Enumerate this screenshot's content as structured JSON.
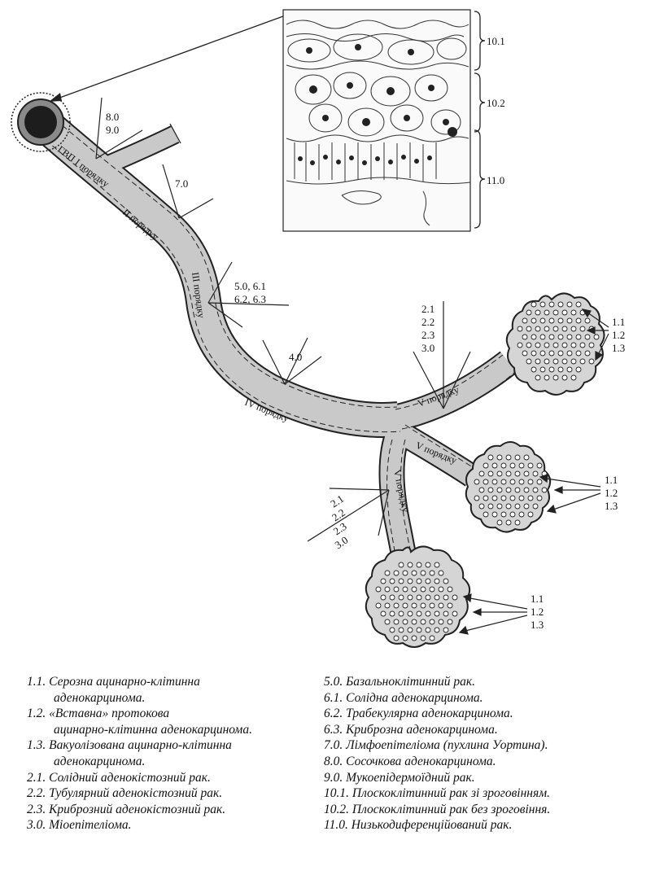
{
  "ducts": {
    "gvp": "ГВП І порядку",
    "order2": "ІІ порядку",
    "order3": "ІІІ порядку",
    "order4": "IV порядку",
    "order5a": "V порядку",
    "order5b": "V порядку",
    "order5c": "V порядку"
  },
  "markers": {
    "m8": "8.0",
    "m9": "9.0",
    "m7": "7.0",
    "m5a": "5.0, 6.1",
    "m5b": "6.2, 6.3",
    "m4": "4.0",
    "m2a": [
      "2.1",
      "2.2",
      "2.3",
      "3.0"
    ],
    "m2b": [
      "2.1",
      "2.2",
      "2.3",
      "3.0"
    ]
  },
  "acini": {
    "a1": [
      "1.1",
      "1.2",
      "1.3"
    ],
    "a2": [
      "1.1",
      "1.2",
      "1.3"
    ],
    "a3": [
      "1.1",
      "1.2",
      "1.3"
    ]
  },
  "epithelium": [
    "10.1",
    "10.2",
    "11.0"
  ],
  "legend": {
    "left": [
      {
        "code": "1.1.",
        "text": "Серозна ацинарно-клітинна",
        "cont": "аденокарцинома."
      },
      {
        "code": "1.2.",
        "text": "«Вставна» протокова",
        "cont": "ацинарно-клітинна аденокарцинома."
      },
      {
        "code": "1.3.",
        "text": "Вакуолізована ацинарно-клітинна",
        "cont": "аденокарцинома."
      },
      {
        "code": "2.1.",
        "text": "Солідний аденокістозний рак."
      },
      {
        "code": "2.2.",
        "text": "Тубулярний аденокістозний рак."
      },
      {
        "code": "2.3.",
        "text": "Криброзний аденокістозний рак."
      },
      {
        "code": "3.0.",
        "text": "Міоепітеліома."
      }
    ],
    "right": [
      {
        "code": "5.0.",
        "text": "Базальноклітинний рак."
      },
      {
        "code": "6.1.",
        "text": "Солідна аденокарцинома."
      },
      {
        "code": "6.2.",
        "text": "Трабекулярна аденокарцинома."
      },
      {
        "code": "6.3.",
        "text": "Криброзна аденокарцинома."
      },
      {
        "code": "7.0.",
        "text": "Лімфоепітеліома (пухлина Уортина)."
      },
      {
        "code": "8.0.",
        "text": "Сосочкова аденокарцинома."
      },
      {
        "code": "9.0.",
        "text": "Мукоепідермоїдний рак."
      },
      {
        "code": "10.1.",
        "text": "Плоскоклітинний рак зі зроговінням."
      },
      {
        "code": "10.2.",
        "text": "Плоскоклітинний рак без зроговіння."
      },
      {
        "code": "11.0.",
        "text": "Низькодиференційований рак."
      }
    ]
  }
}
